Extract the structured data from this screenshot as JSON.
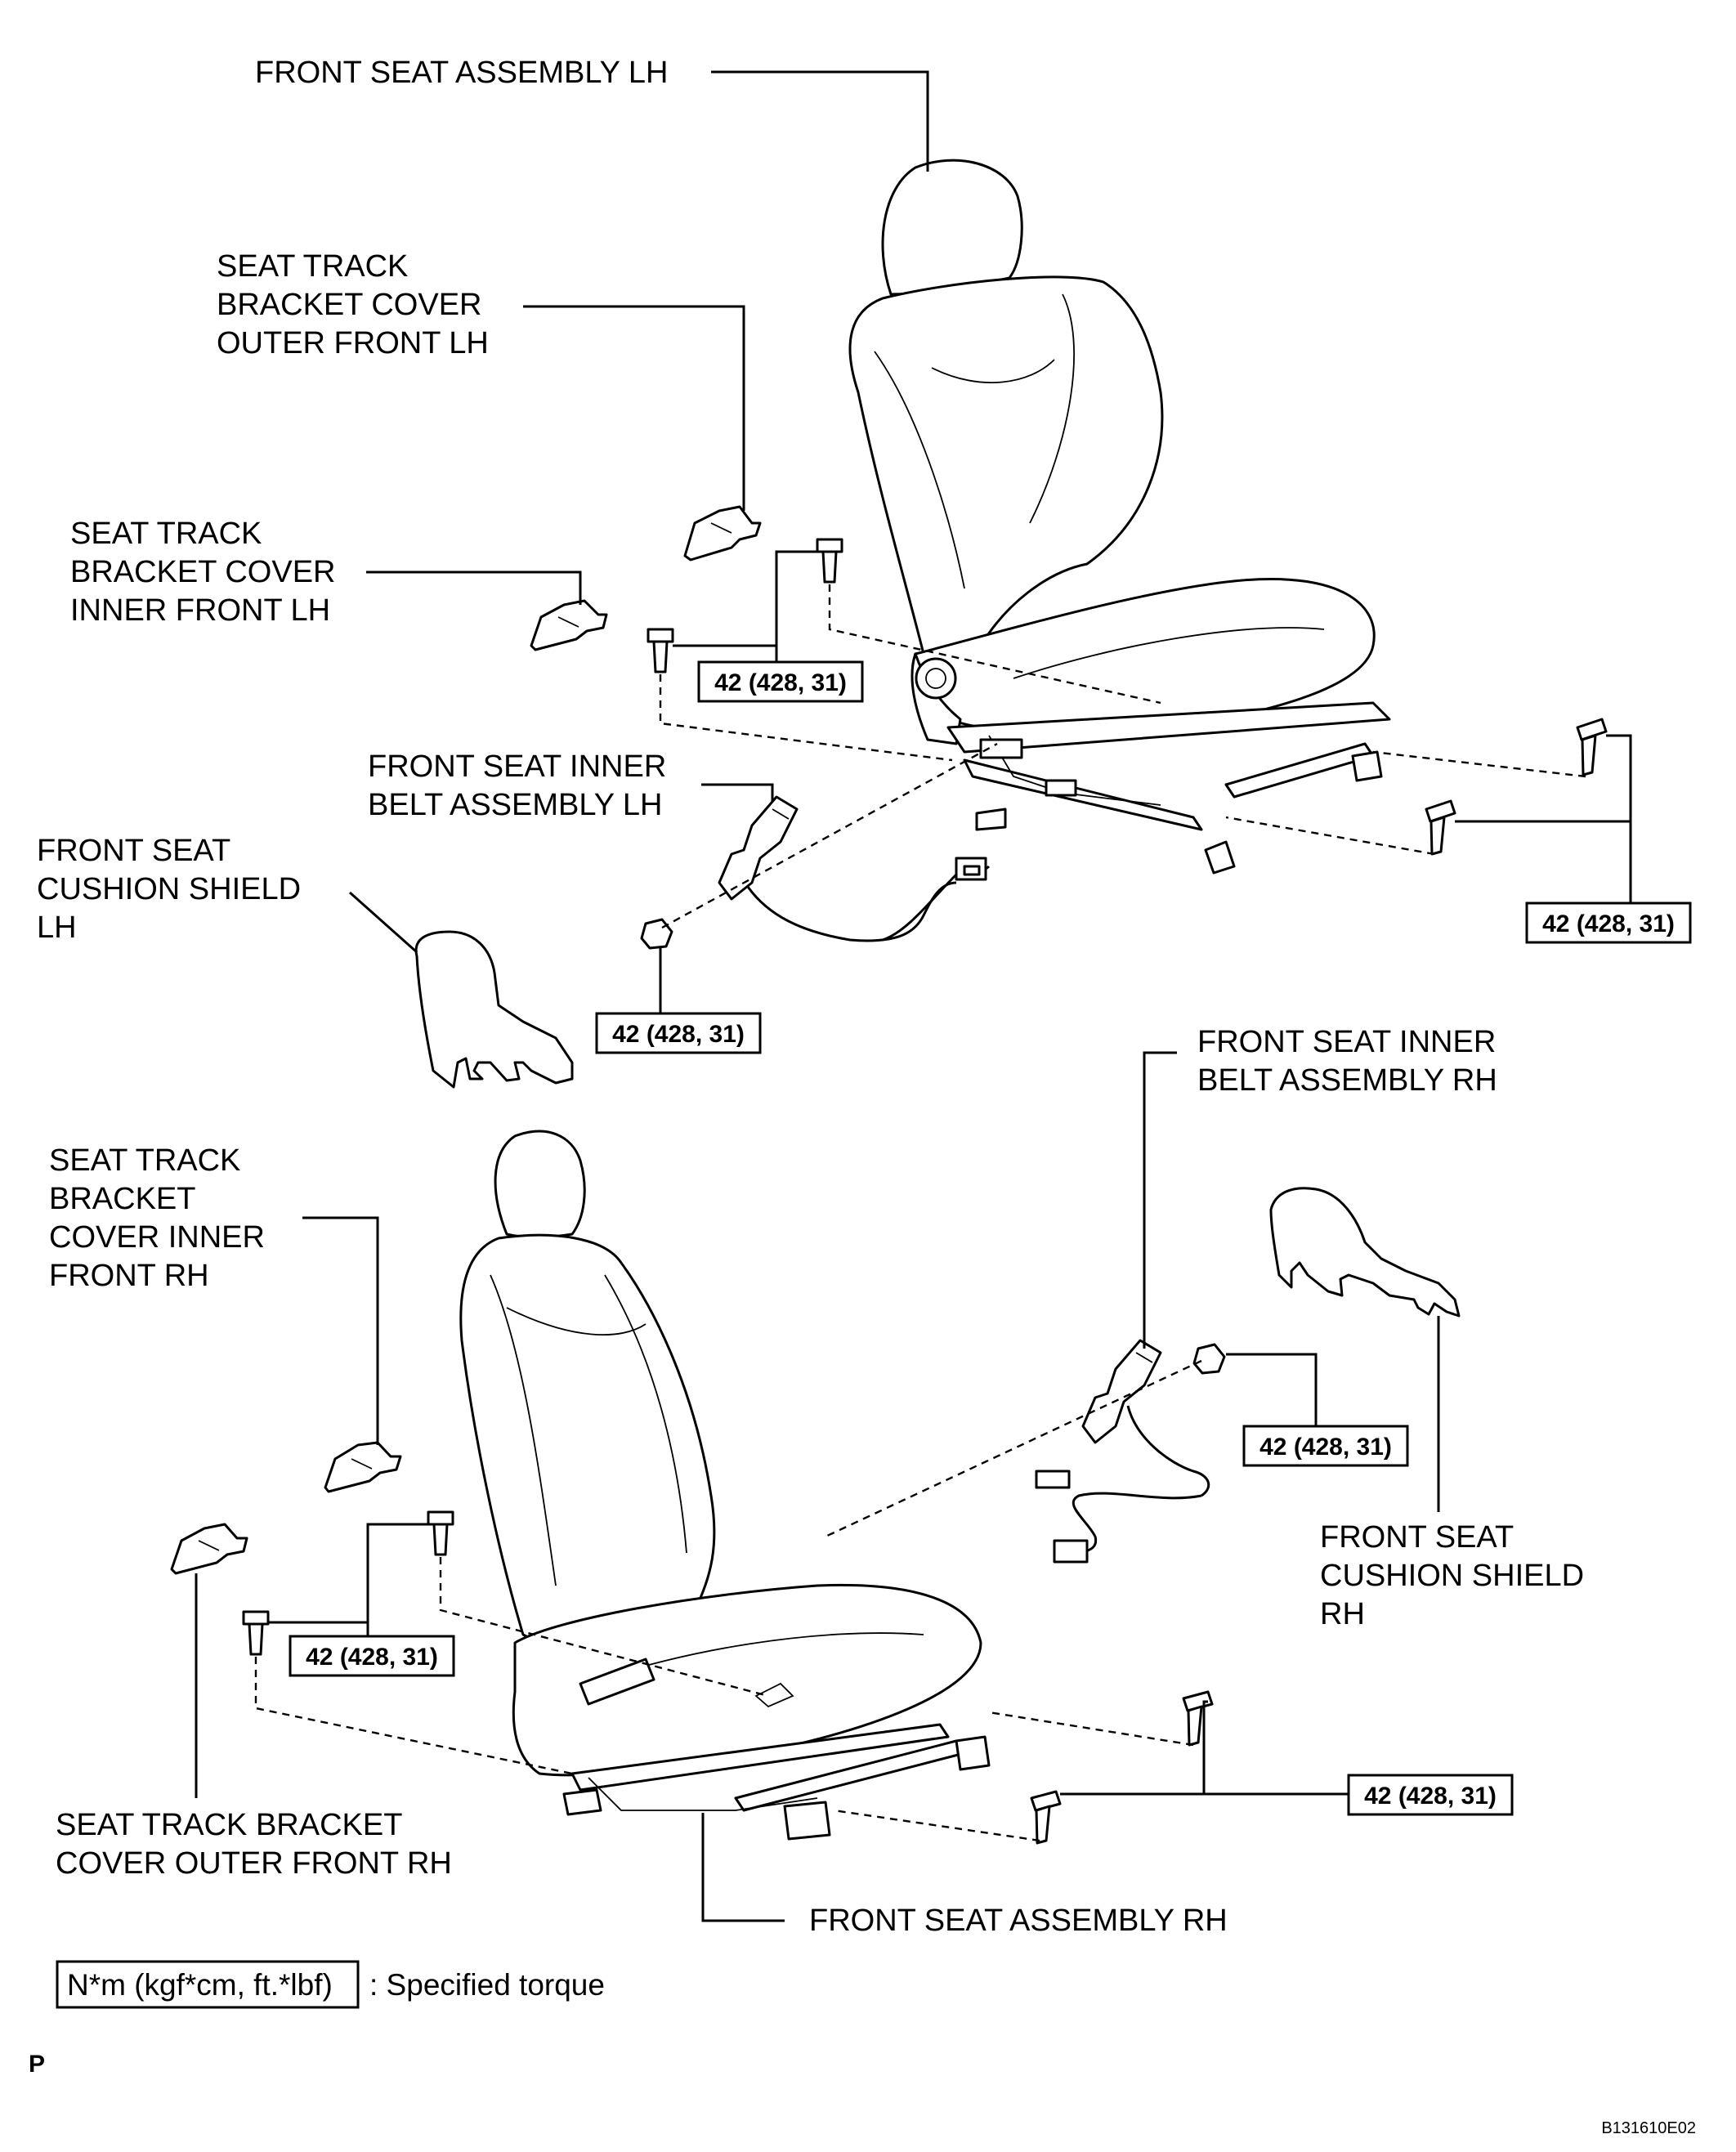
{
  "labels": {
    "seat_lh": "FRONT SEAT ASSEMBLY LH",
    "cover_outer_lh": [
      "SEAT TRACK",
      "BRACKET COVER",
      "OUTER FRONT LH"
    ],
    "cover_inner_lh": [
      "SEAT TRACK",
      "BRACKET COVER",
      "INNER FRONT LH"
    ],
    "belt_lh": [
      "FRONT SEAT INNER",
      "BELT ASSEMBLY LH"
    ],
    "shield_lh": [
      "FRONT SEAT",
      "CUSHION SHIELD",
      "LH"
    ],
    "belt_rh": [
      "FRONT SEAT INNER",
      "BELT ASSEMBLY RH"
    ],
    "cover_inner_rh": [
      "SEAT TRACK",
      "BRACKET",
      "COVER INNER",
      "FRONT RH"
    ],
    "shield_rh": [
      "FRONT SEAT",
      "CUSHION SHIELD",
      "RH"
    ],
    "cover_outer_rh": [
      "SEAT TRACK BRACKET",
      "COVER OUTER FRONT RH"
    ],
    "seat_rh": "FRONT SEAT ASSEMBLY RH"
  },
  "torque": {
    "t1": "42 (428, 31)",
    "t2": "42 (428, 31)",
    "t3": "42 (428, 31)",
    "t4": "42 (428, 31)",
    "t5": "42 (428, 31)",
    "t6": "42 (428, 31)"
  },
  "legend": {
    "unit_box": "N*m (kgf*cm, ft.*lbf)",
    "description": ": Specified torque"
  },
  "corner_letter": "P",
  "figure_id": "B131610E02"
}
